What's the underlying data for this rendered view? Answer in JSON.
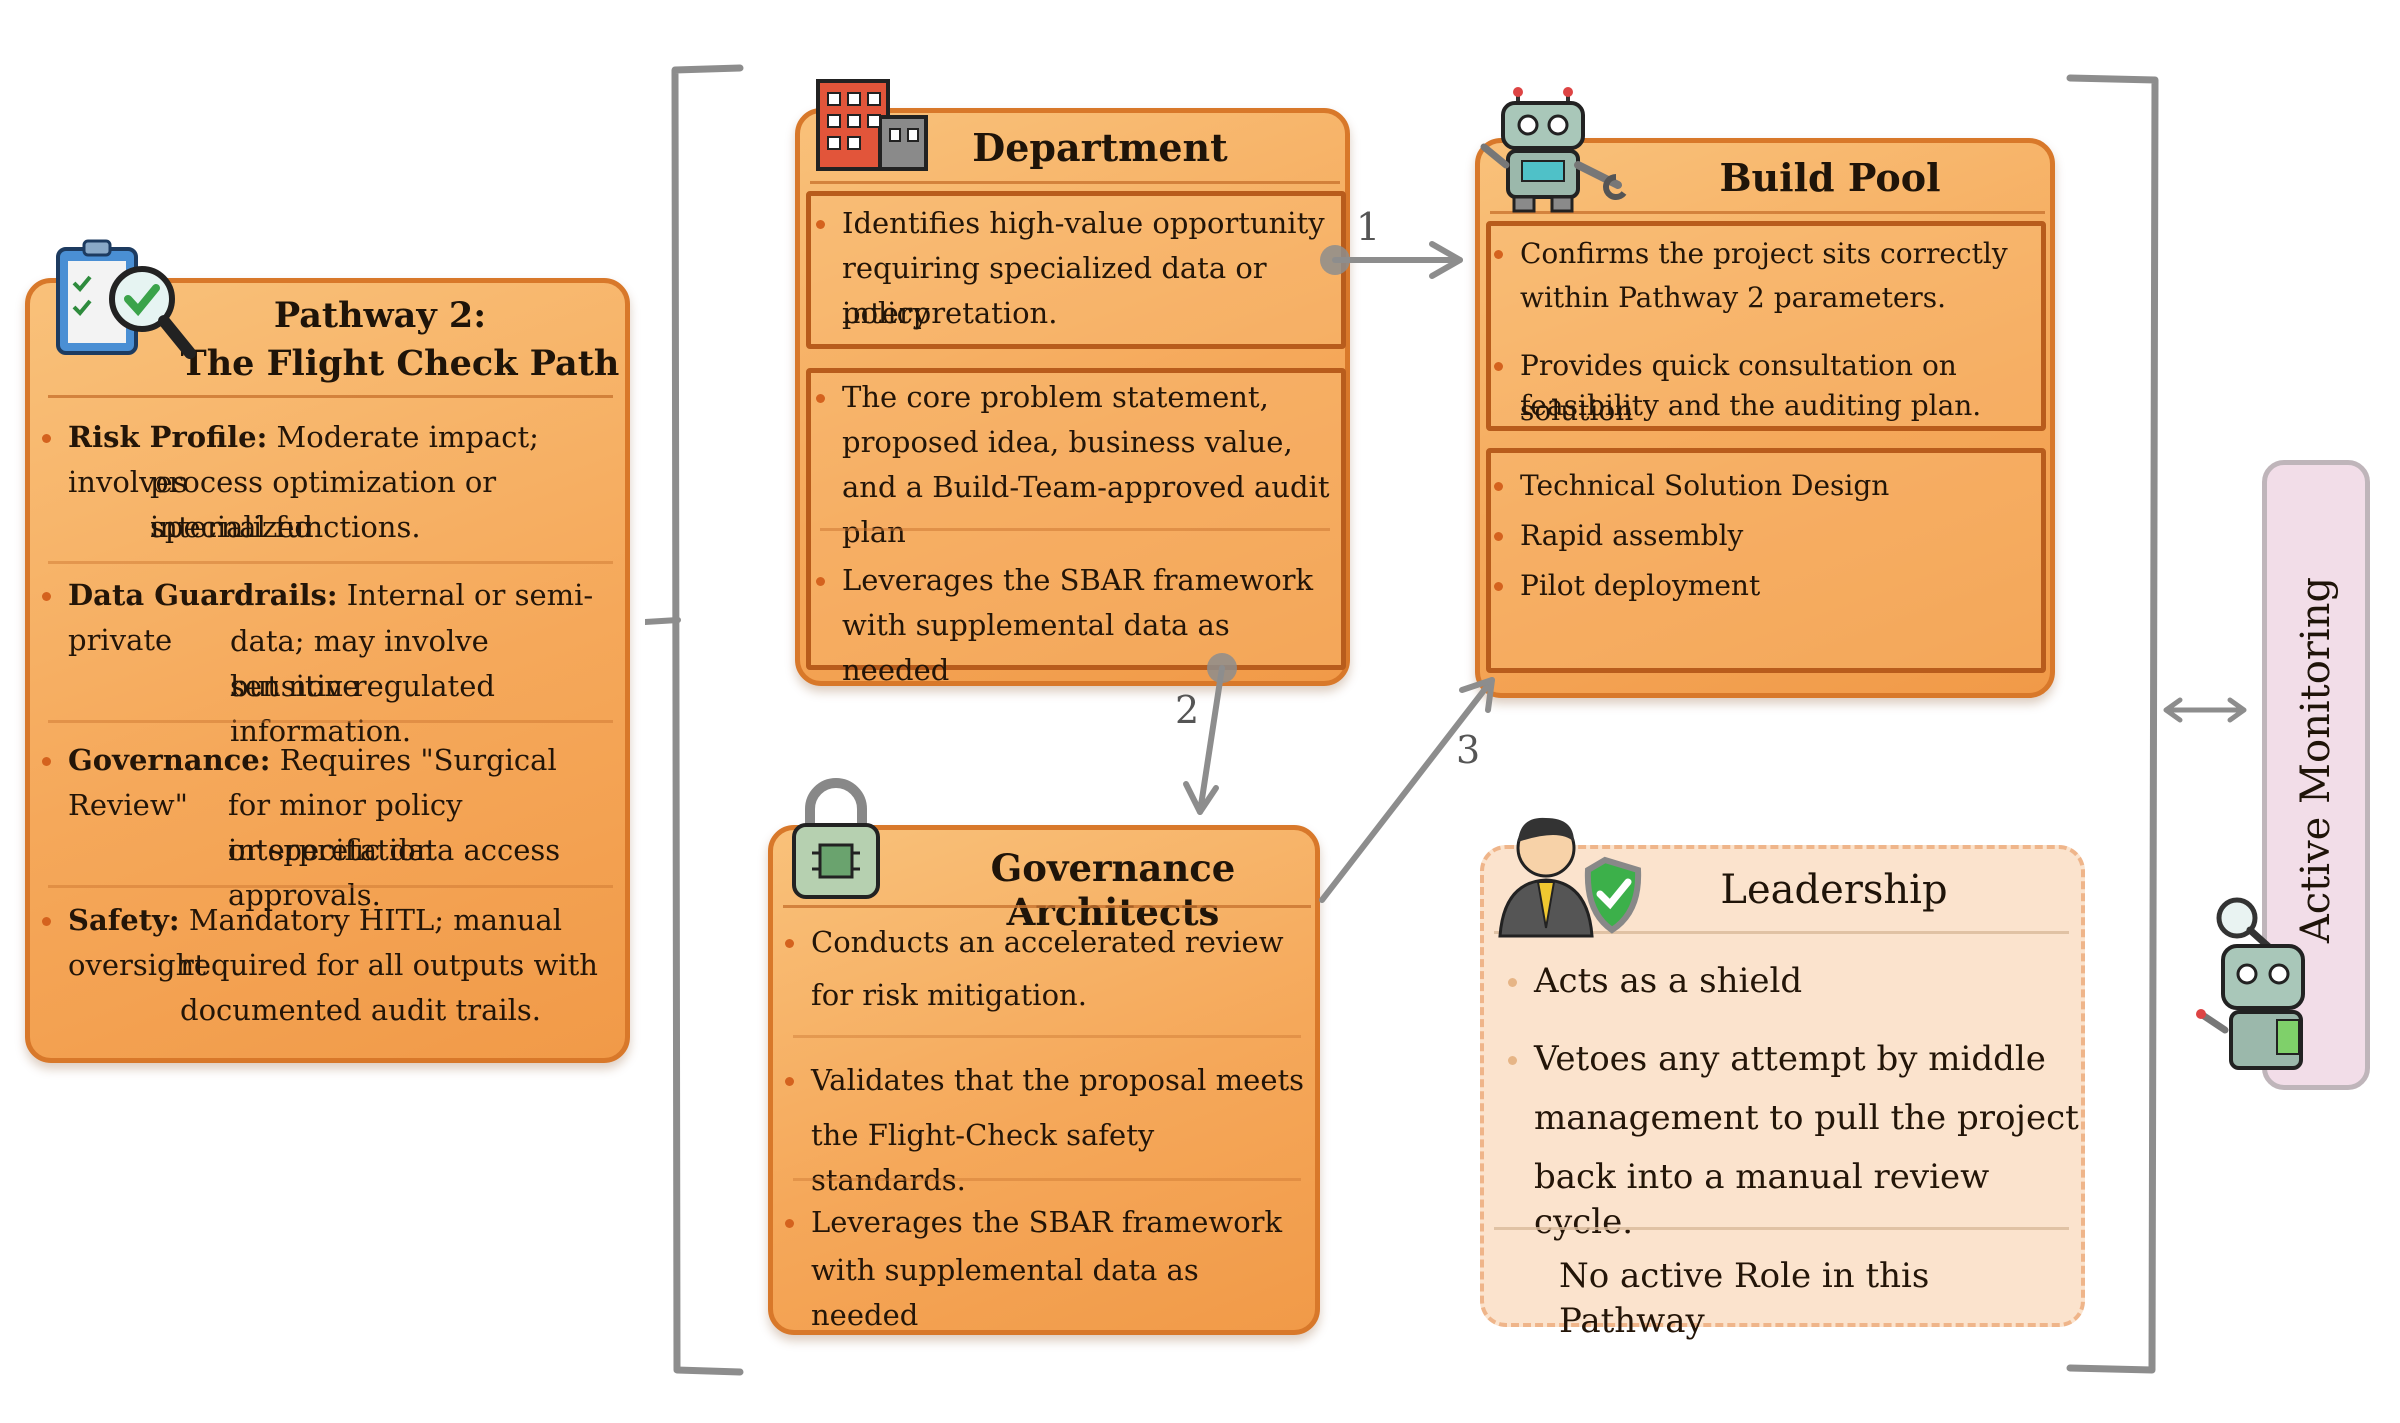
{
  "pathway": {
    "title_line1": "Pathway 2:",
    "title_line2": "The Flight Check Path",
    "items": [
      {
        "label": "Risk Profile:",
        "lines": [
          "Moderate impact; involves",
          "process optimization or specialized",
          "internal functions."
        ]
      },
      {
        "label": "Data Guardrails:",
        "lines": [
          "Internal or semi-private",
          "data; may involve sensitive",
          "but non-regulated information."
        ]
      },
      {
        "label": "Governance:",
        "lines": [
          "Requires \"Surgical Review\"",
          "for minor policy interpretation",
          "or specific data access approvals."
        ]
      },
      {
        "label": "Safety:",
        "lines": [
          "Mandatory HITL; manual oversight",
          "required for all outputs with",
          "documented audit trails."
        ]
      }
    ]
  },
  "department": {
    "title": "Department",
    "box1": [
      "Identifies high-value opportunity",
      "requiring specialized data or policy",
      "interpretation."
    ],
    "box2_item1": [
      "The core problem statement,",
      "proposed idea, business value,",
      "and a Build-Team-approved audit plan"
    ],
    "box2_item2": [
      "Leverages the SBAR framework",
      "with supplemental data as needed"
    ]
  },
  "build_pool": {
    "title": "Build Pool",
    "box1_item1": [
      "Confirms the project sits correctly",
      "within Pathway 2 parameters."
    ],
    "box1_item2": [
      "Provides quick consultation on solution",
      "feasibility and the auditing plan."
    ],
    "box2": [
      "Technical Solution Design",
      "Rapid assembly",
      "Pilot deployment"
    ]
  },
  "governance": {
    "title": "Governance Architects",
    "item1": [
      "Conducts an accelerated review",
      "for risk mitigation."
    ],
    "item2": [
      "Validates that the proposal meets",
      "the Flight-Check safety standards."
    ],
    "item3": [
      "Leverages the SBAR framework",
      "with supplemental data as needed"
    ]
  },
  "leadership": {
    "title": "Leadership",
    "item1": [
      "Acts as a shield"
    ],
    "item2": [
      "Vetoes any attempt by middle",
      "management to pull the project",
      "back into a manual review cycle."
    ],
    "footer": "No active Role in this Pathway"
  },
  "monitoring": {
    "label": "Active Monitoring"
  },
  "steps": {
    "s1": "1",
    "s2": "2",
    "s3": "3"
  },
  "colors": {
    "card": "#f5a85a",
    "border": "#d8782a",
    "inner": "#b85c1c",
    "leadership": "#fbe3cd",
    "monitoring": "#f2dde8"
  }
}
